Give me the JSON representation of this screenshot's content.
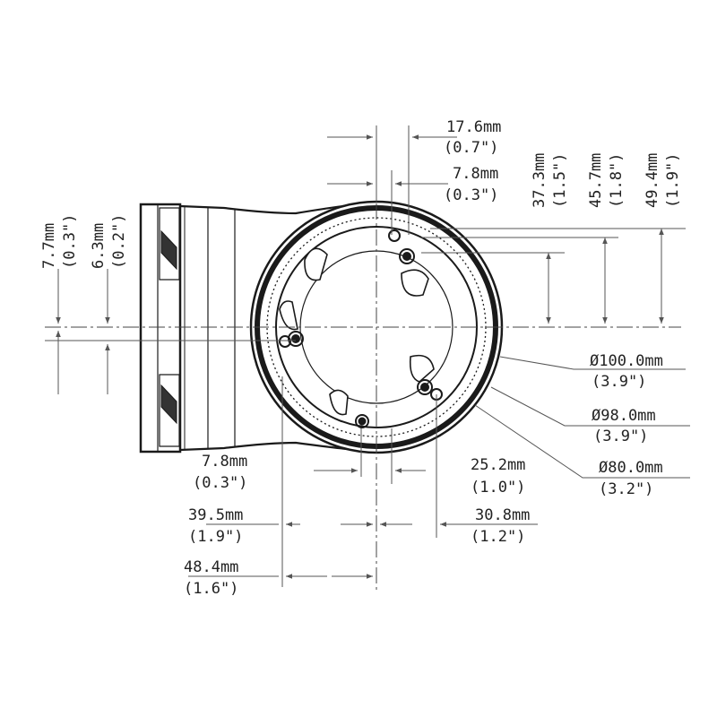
{
  "colors": {
    "line": "#1a1a1a",
    "dim": "#555555",
    "text": "#222222"
  },
  "dimensions": {
    "top_17_6_mm": "17.6mm",
    "top_17_6_in": "(0.7\")",
    "top_7_8_mm": "7.8mm",
    "top_7_8_in": "(0.3\")",
    "right_37_3_mm": "37.3mm",
    "right_37_3_in": "(1.5\")",
    "right_45_7_mm": "45.7mm",
    "right_45_7_in": "(1.8\")",
    "right_49_4_mm": "49.4mm",
    "right_49_4_in": "(1.9\")",
    "left_7_7_mm": "7.7mm",
    "left_7_7_in": "(0.3\")",
    "left_6_3_mm": "6.3mm",
    "left_6_3_in": "(0.2\")",
    "dia_100_mm": "Ø100.0mm",
    "dia_100_in": "(3.9\")",
    "dia_98_mm": "Ø98.0mm",
    "dia_98_in": "(3.9\")",
    "dia_80_mm": "Ø80.0mm",
    "dia_80_in": "(3.2\")",
    "bot_7_8_mm": "7.8mm",
    "bot_7_8_in": "(0.3\")",
    "bot_25_2_mm": "25.2mm",
    "bot_25_2_in": "(1.0\")",
    "bot_39_5_mm": "39.5mm",
    "bot_39_5_in": "(1.9\")",
    "bot_30_8_mm": "30.8mm",
    "bot_30_8_in": "(1.2\")",
    "bot_48_4_mm": "48.4mm",
    "bot_48_4_in": "(1.6\")"
  }
}
